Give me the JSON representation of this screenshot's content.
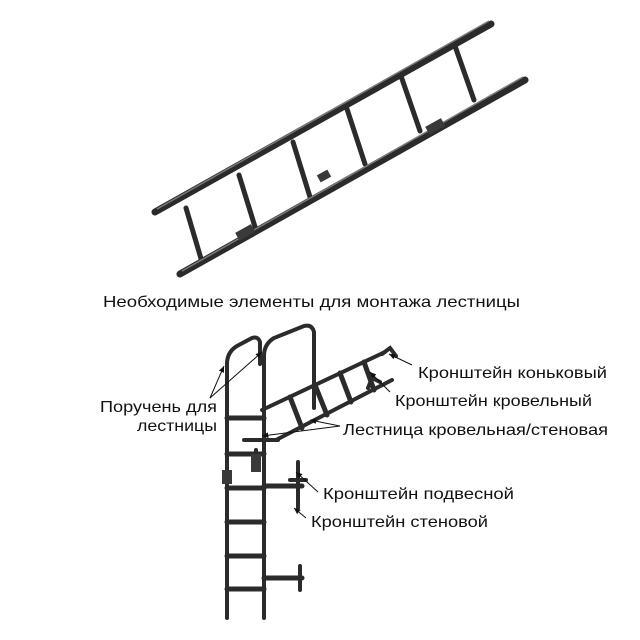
{
  "caption": "Необходимые элементы для монтажа лестницы",
  "callouts": {
    "ridge_bracket": "Кронштейн коньковый",
    "roof_bracket": "Кронштейн кровельный",
    "handrail_line1": "Поручень для",
    "handrail_line2": "лестницы",
    "ladder": "Лестница кровельная/стеновая",
    "hanging_bracket": "Кронштейн подвесной",
    "wall_bracket": "Кронштейн стеновой"
  },
  "colors": {
    "metal": "#2b2b2b",
    "text": "#111111",
    "background": "#ffffff"
  }
}
